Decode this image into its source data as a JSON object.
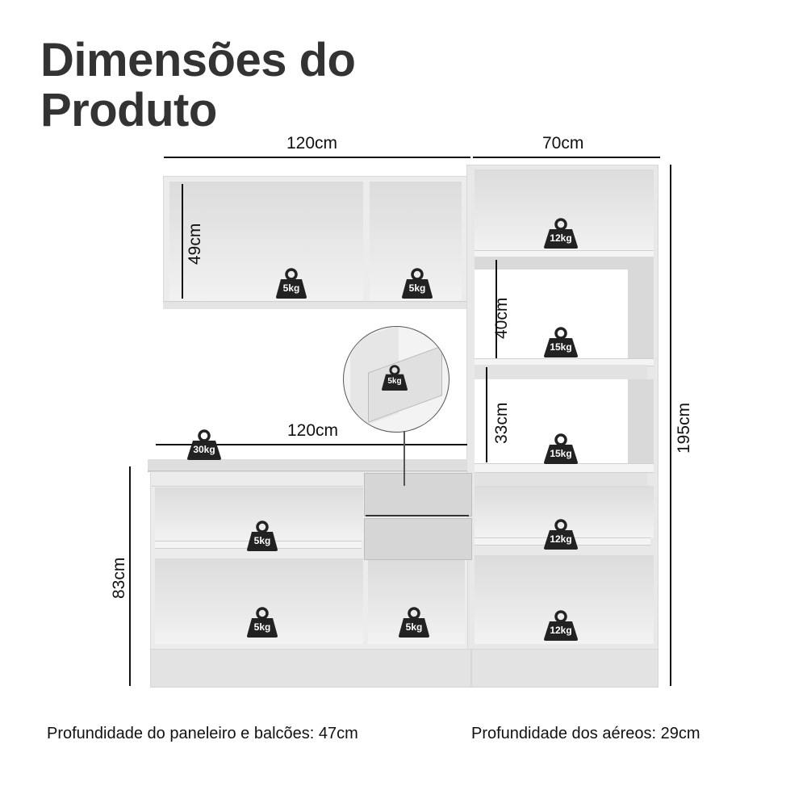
{
  "title": {
    "line1": "Dimensões do",
    "line2": "Produto"
  },
  "dimensions": {
    "top_width_left": "120cm",
    "top_width_right": "70cm",
    "upper_cabinet_height": "49cm",
    "counter_width": "120cm",
    "right_niche_1_height": "40cm",
    "right_niche_2_height": "33cm",
    "total_height": "195cm",
    "base_height": "83cm"
  },
  "weights": {
    "upper_left": "5kg",
    "upper_right": "5kg",
    "tower_top": "12kg",
    "tower_niche_1": "15kg",
    "tower_niche_2": "15kg",
    "tower_lower_1": "12kg",
    "tower_lower_2": "12kg",
    "countertop": "30kg",
    "drawer_detail": "5kg",
    "base_shelf": "5kg",
    "base_bottom_left": "5kg",
    "base_bottom_right": "5kg"
  },
  "footer": {
    "depth_base": "Profundidade do paneleiro e balcões: 47cm",
    "depth_upper": "Profundidade dos aéreos: 29cm"
  },
  "colors": {
    "title": "#333333",
    "weight_icon": "#222222",
    "line": "#111111"
  }
}
